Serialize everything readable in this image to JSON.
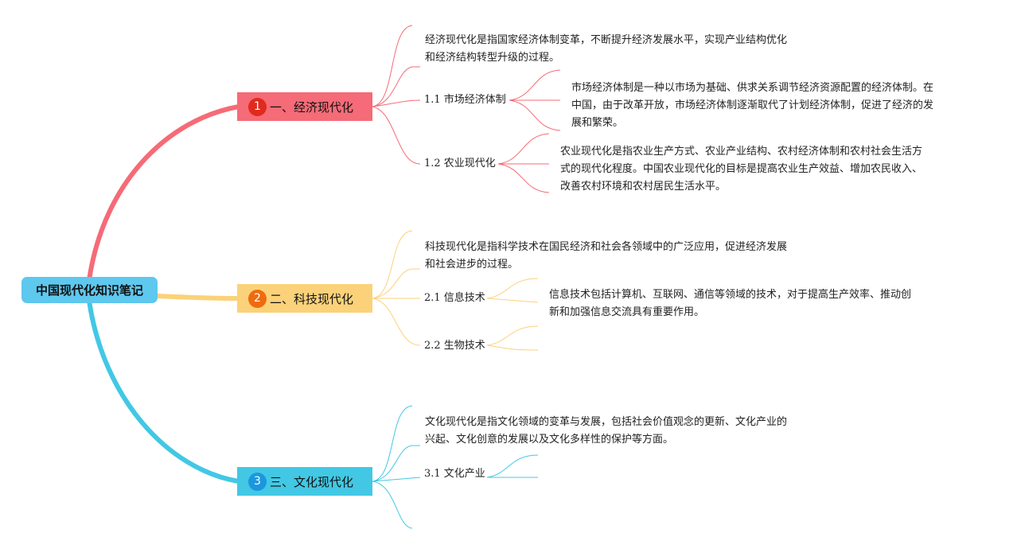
{
  "root": {
    "title": "中国现代化知识笔记"
  },
  "colors": {
    "root": "#5ec8ee",
    "branch1": "#f56b77",
    "branch2": "#fbd27a",
    "branch3": "#42c8e4"
  },
  "branches": [
    {
      "num": "1",
      "title": "一、经济现代化",
      "summary_line1": "经济现代化是指国家经济体制变革，不断提升经济发展水平，实现产业结构优化",
      "summary_line2": "和经济结构转型升级的过程。",
      "children": [
        {
          "label": "1.1 市场经济体制",
          "desc_line1": "市场经济体制是一种以市场为基础、供求关系调节经济资源配置的经济体制。在",
          "desc_line2": "中国，由于改革开放，市场经济体制逐渐取代了计划经济体制，促进了经济的发",
          "desc_line3": "展和繁荣。"
        },
        {
          "label": "1.2 农业现代化",
          "desc_line1": "农业现代化是指农业生产方式、农业产业结构、农村经济体制和农村社会生活方",
          "desc_line2": "式的现代化程度。中国农业现代化的目标是提高农业生产效益、增加农民收入、",
          "desc_line3": "改善农村环境和农村居民生活水平。"
        }
      ]
    },
    {
      "num": "2",
      "title": "二、科技现代化",
      "summary_line1": "科技现代化是指科学技术在国民经济和社会各领域中的广泛应用，促进经济发展",
      "summary_line2": "和社会进步的过程。",
      "children": [
        {
          "label": "2.1 信息技术",
          "desc_line1": "信息技术包括计算机、互联网、通信等领域的技术，对于提高生产效率、推动创",
          "desc_line2": "新和加强信息交流具有重要作用。"
        },
        {
          "label": "2.2 生物技术"
        }
      ]
    },
    {
      "num": "3",
      "title": "三、文化现代化",
      "summary_line1": "文化现代化是指文化领域的变革与发展，包括社会价值观念的更新、文化产业的",
      "summary_line2": "兴起、文化创意的发展以及文化多样性的保护等方面。",
      "children": [
        {
          "label": "3.1 文化产业"
        }
      ]
    }
  ]
}
